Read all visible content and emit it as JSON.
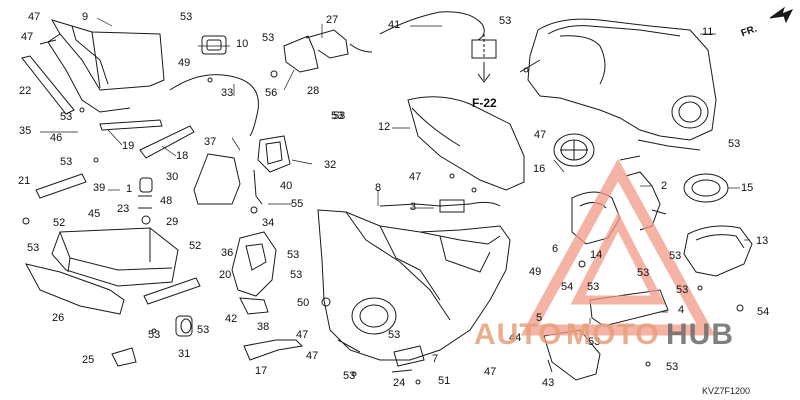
{
  "callouts": [
    "47",
    "9",
    "53",
    "10",
    "27",
    "41",
    "53",
    "11",
    "47",
    "49",
    "53",
    "22",
    "33",
    "56",
    "28",
    "53",
    "12",
    "35",
    "46",
    "53",
    "19",
    "37",
    "18",
    "32",
    "53",
    "47",
    "53",
    "16",
    "53",
    "15",
    "2",
    "21",
    "39",
    "1",
    "30",
    "40",
    "8",
    "3",
    "47",
    "48",
    "23",
    "55",
    "45",
    "29",
    "34",
    "52",
    "13",
    "6",
    "36",
    "53",
    "52",
    "20",
    "53",
    "14",
    "53",
    "49",
    "26",
    "53",
    "53",
    "50",
    "54",
    "53",
    "53",
    "42",
    "38",
    "5",
    "4",
    "54",
    "47",
    "53",
    "53",
    "31",
    "53",
    "53",
    "47",
    "44",
    "17",
    "7",
    "25",
    "53",
    "24",
    "51",
    "47",
    "43",
    "53"
  ],
  "fig_ref": "F-22",
  "direction_label": "FR.",
  "diagram_code": "KVZ7F1200",
  "watermark": {
    "part1": "AUTO",
    "part2": "MOTO",
    "part3": "HUB",
    "color_main": "#e8a07a",
    "color_hub": "#6b6b6b"
  },
  "colors": {
    "line": "#1a1a1a",
    "bg": "#ffffff"
  }
}
